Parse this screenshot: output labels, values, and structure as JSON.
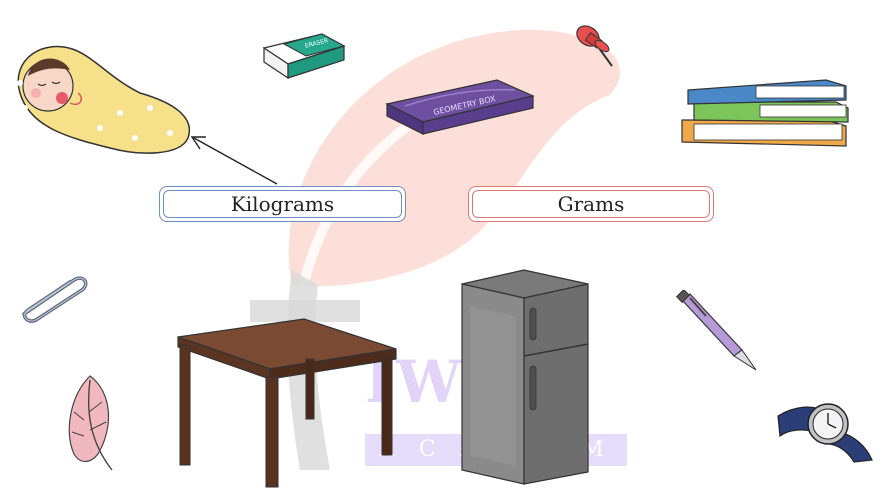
{
  "labels": {
    "kilograms": "Kilograms",
    "grams": "Grams"
  },
  "book_texts": {
    "eraser": "ERASER",
    "geometry_box": "GEOMETRY BOX"
  },
  "watermark": {
    "logo_text": "IWARI",
    "band_text": "ACADEMY"
  },
  "colors": {
    "kilograms_border": "#6f8fc0",
    "grams_border": "#e07878",
    "leaf_watermark": "#f9d3cc",
    "text_watermark": "#c8b4f5"
  },
  "icons": [
    "baby-icon",
    "eraser-icon",
    "geometry-box-icon",
    "push-pin-icon",
    "books-icon",
    "paper-clip-icon",
    "feather-icon",
    "table-icon",
    "refrigerator-icon",
    "pen-icon",
    "wrist-watch-icon"
  ]
}
